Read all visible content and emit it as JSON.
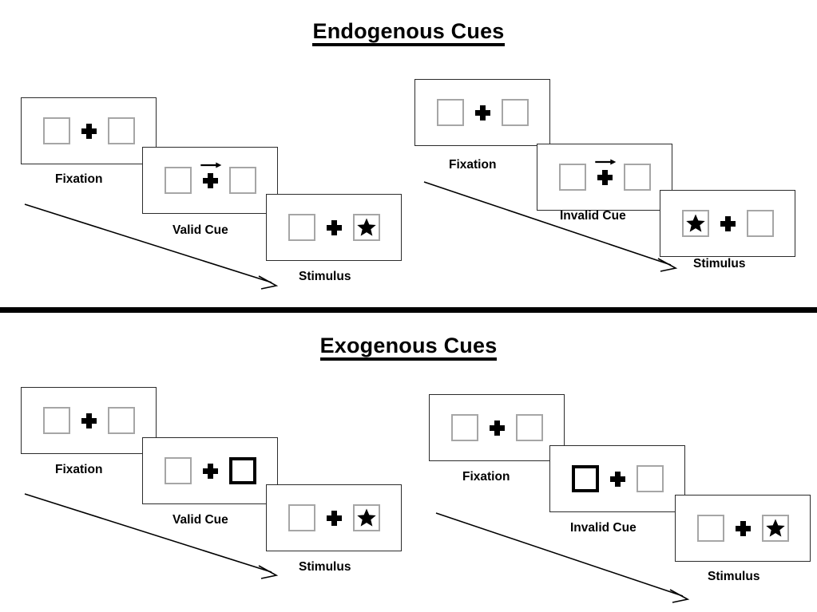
{
  "figure": {
    "background": "#ffffff",
    "outline_color": "#2b2b2b",
    "box_color": "#a6a6a6",
    "cue_color": "#000000"
  },
  "sections": [
    {
      "id": "endogenous",
      "title": "Endogenous Cues",
      "cue_type": "arrow",
      "groups": [
        {
          "id": "endogenous-valid",
          "frames": [
            {
              "id": "fixation",
              "caption": "Fixation",
              "left_box": "empty",
              "right_box": "empty",
              "cue": "none"
            },
            {
              "id": "valid-cue",
              "caption": "Valid Cue",
              "left_box": "empty",
              "right_box": "empty",
              "cue": "arrow-right"
            },
            {
              "id": "stimulus",
              "caption": "Stimulus",
              "left_box": "empty",
              "right_box": "star",
              "cue": "none"
            }
          ]
        },
        {
          "id": "endogenous-invalid",
          "frames": [
            {
              "id": "fixation",
              "caption": "Fixation",
              "left_box": "empty",
              "right_box": "empty",
              "cue": "none"
            },
            {
              "id": "invalid-cue",
              "caption": "Invalid Cue",
              "left_box": "empty",
              "right_box": "empty",
              "cue": "arrow-right"
            },
            {
              "id": "stimulus",
              "caption": "Stimulus",
              "left_box": "star",
              "right_box": "empty",
              "cue": "none"
            }
          ]
        }
      ]
    },
    {
      "id": "exogenous",
      "title": "Exogenous Cues",
      "cue_type": "box-highlight",
      "groups": [
        {
          "id": "exogenous-valid",
          "frames": [
            {
              "id": "fixation",
              "caption": "Fixation",
              "left_box": "empty",
              "right_box": "empty",
              "cue": "none"
            },
            {
              "id": "valid-cue",
              "caption": "Valid Cue",
              "left_box": "empty",
              "right_box": "cued",
              "cue": "right-box"
            },
            {
              "id": "stimulus",
              "caption": "Stimulus",
              "left_box": "empty",
              "right_box": "star",
              "cue": "none"
            }
          ]
        },
        {
          "id": "exogenous-invalid",
          "frames": [
            {
              "id": "fixation",
              "caption": "Fixation",
              "left_box": "empty",
              "right_box": "empty",
              "cue": "none"
            },
            {
              "id": "invalid-cue",
              "caption": "Invalid Cue",
              "left_box": "cued",
              "right_box": "empty",
              "cue": "left-box"
            },
            {
              "id": "stimulus",
              "caption": "Stimulus",
              "left_box": "empty",
              "right_box": "star",
              "cue": "none"
            }
          ]
        }
      ]
    }
  ],
  "icons": {
    "cue_arrow": "arrow-right-icon",
    "sequence_arrow": "sequence-arrow-icon",
    "fixation_cross": "fixation-cross-icon",
    "star_target": "star-icon",
    "empty_placeholder": "empty-box-icon"
  },
  "labels": {
    "fixation": "Fixation",
    "valid_cue": "Valid Cue",
    "invalid_cue": "Invalid Cue",
    "stimulus": "Stimulus"
  }
}
